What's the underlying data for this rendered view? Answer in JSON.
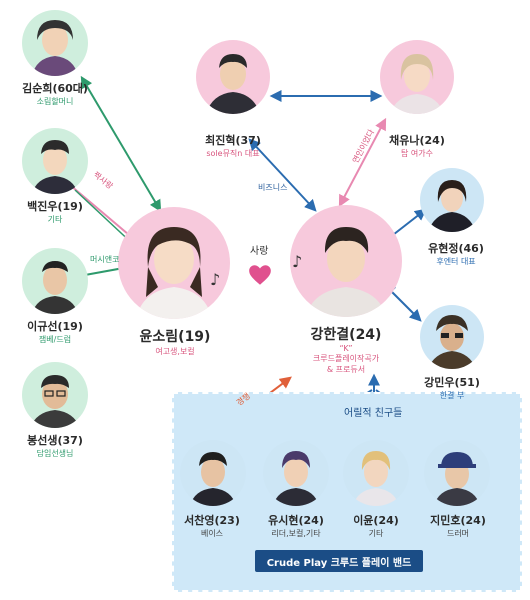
{
  "characters": {
    "kim_sunhee": {
      "name": "김순희(60대)",
      "role": "소림할머니"
    },
    "baek_jinwoo": {
      "name": "백진우(19)",
      "role": "기타"
    },
    "lee_gyuseon": {
      "name": "이규선(19)",
      "role": "잼베/드럼"
    },
    "bong_seonsaeng": {
      "name": "봉선생(37)",
      "role": "담임선생님"
    },
    "yoon_sorim": {
      "name": "윤소림(19)",
      "role": "여고생,보컬"
    },
    "choi_jinhyuk": {
      "name": "최진혁(37)",
      "role": "sole뮤직n 대표"
    },
    "chae_yuna": {
      "name": "채유나(24)",
      "role": "탑 여가수"
    },
    "kang_hangyeol": {
      "name": "강한결(24)",
      "role_line1": "“K”",
      "role_line2": "크루드플레이작곡가",
      "role_line3": "& 프로듀서"
    },
    "yoo_hyunjung": {
      "name": "유현정(46)",
      "role": "후엔터 대표"
    },
    "kang_minwoo": {
      "name": "강민우(51)",
      "role": "한결 부"
    },
    "seo_chanyoung": {
      "name": "서찬영(23)",
      "role": "베이스"
    },
    "yoo_sihyun": {
      "name": "유시현(24)",
      "role": "리더,보컬,기타"
    },
    "lee_yoon": {
      "name": "이윤(24)",
      "role": "기타"
    },
    "ji_minho": {
      "name": "지민호(24)",
      "role": "드러머"
    }
  },
  "relations": {
    "one_sided_love": "짝사랑",
    "band_member": "머시앤코",
    "love": "사랑",
    "business": "비즈니스",
    "ex_lovers": "연인이었다",
    "rivalry": "경쟁",
    "childhood_friends": "어릴적 친구들"
  },
  "band": {
    "title": "Crude Play 크루드 플레이 밴드"
  },
  "colors": {
    "green": "#2e9a6c",
    "pink": "#e889b1",
    "blue": "#2b6cb0",
    "orange": "#e0603a",
    "band_bg": "#cfe8f8"
  }
}
